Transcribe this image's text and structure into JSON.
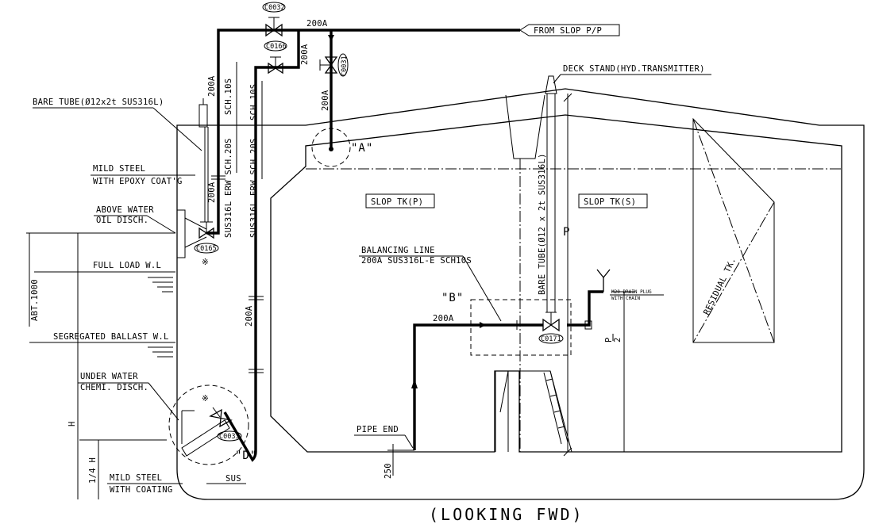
{
  "caption": "(LOOKING FWD)",
  "labels": {
    "from_slop": "FROM SLOP P/P",
    "deck_stand": "DECK STAND(HYD.TRANSMITTER)",
    "bare_tube_left": "BARE TUBE(Ø12x2t SUS316L)",
    "mild_steel_epoxy_1": "MILD STEEL",
    "mild_steel_epoxy_2": "WITH EPOXY COAT'G",
    "above_water_1": "ABOVE WATER",
    "above_water_2": "OIL DISCH.",
    "full_load": "FULL LOAD W.L",
    "abt1000": "ABT.1000",
    "seg_ballast": "SEGREGATED BALLAST W.L",
    "under_water_1": "UNDER WATER",
    "under_water_2": "CHEMI. DISCH.",
    "h": "H",
    "quarter_h": "1/4 H",
    "mild_steel_coat_1": "MILD STEEL",
    "mild_steel_coat_2": "WITH COATING",
    "sus": "SUS",
    "slop_p": "SLOP TK(P)",
    "slop_s": "SLOP TK(S)",
    "balancing_1": "BALANCING LINE",
    "balancing_2": "200A SUS316L-E SCH10S",
    "detail_a": "\"A\"",
    "detail_b": "\"B\"",
    "detail_d": "\"D\"",
    "pipe_end": "PIPE END",
    "dim_250": "250",
    "drain_1": "M20 DRAIN PLUG",
    "drain_2": "WITH CHAIN",
    "residual": "RESIDUAL TK.",
    "bare_tube_center": "BARE TUBE(Ø12 x 2t SUS316L)",
    "p": "P",
    "p_over_2_num": "P",
    "p_over_2_den": "2",
    "erw_20s_a": "SUS316L ERW SCH.20S",
    "sch10s_a": "SCH.10S",
    "erw_20s_b": "SUS316L ERW SCH.20S",
    "sch10s_b": "SCH.10S"
  },
  "sizes": {
    "s200a_top": "200A",
    "s200a_right": "200A",
    "s200a_vert": "200A",
    "s200a_a": "200A",
    "s200a_left_vert": "200A",
    "s200a_lower": "200A",
    "s200a_bal": "200A"
  },
  "valves": {
    "c0032": "C0032",
    "c0166": "C0166",
    "c0031": "C0031",
    "c0165": "C0165",
    "c0033": "C0033",
    "c0171": "C0171"
  },
  "marks": {
    "star_a": "※",
    "star_b": "※"
  }
}
